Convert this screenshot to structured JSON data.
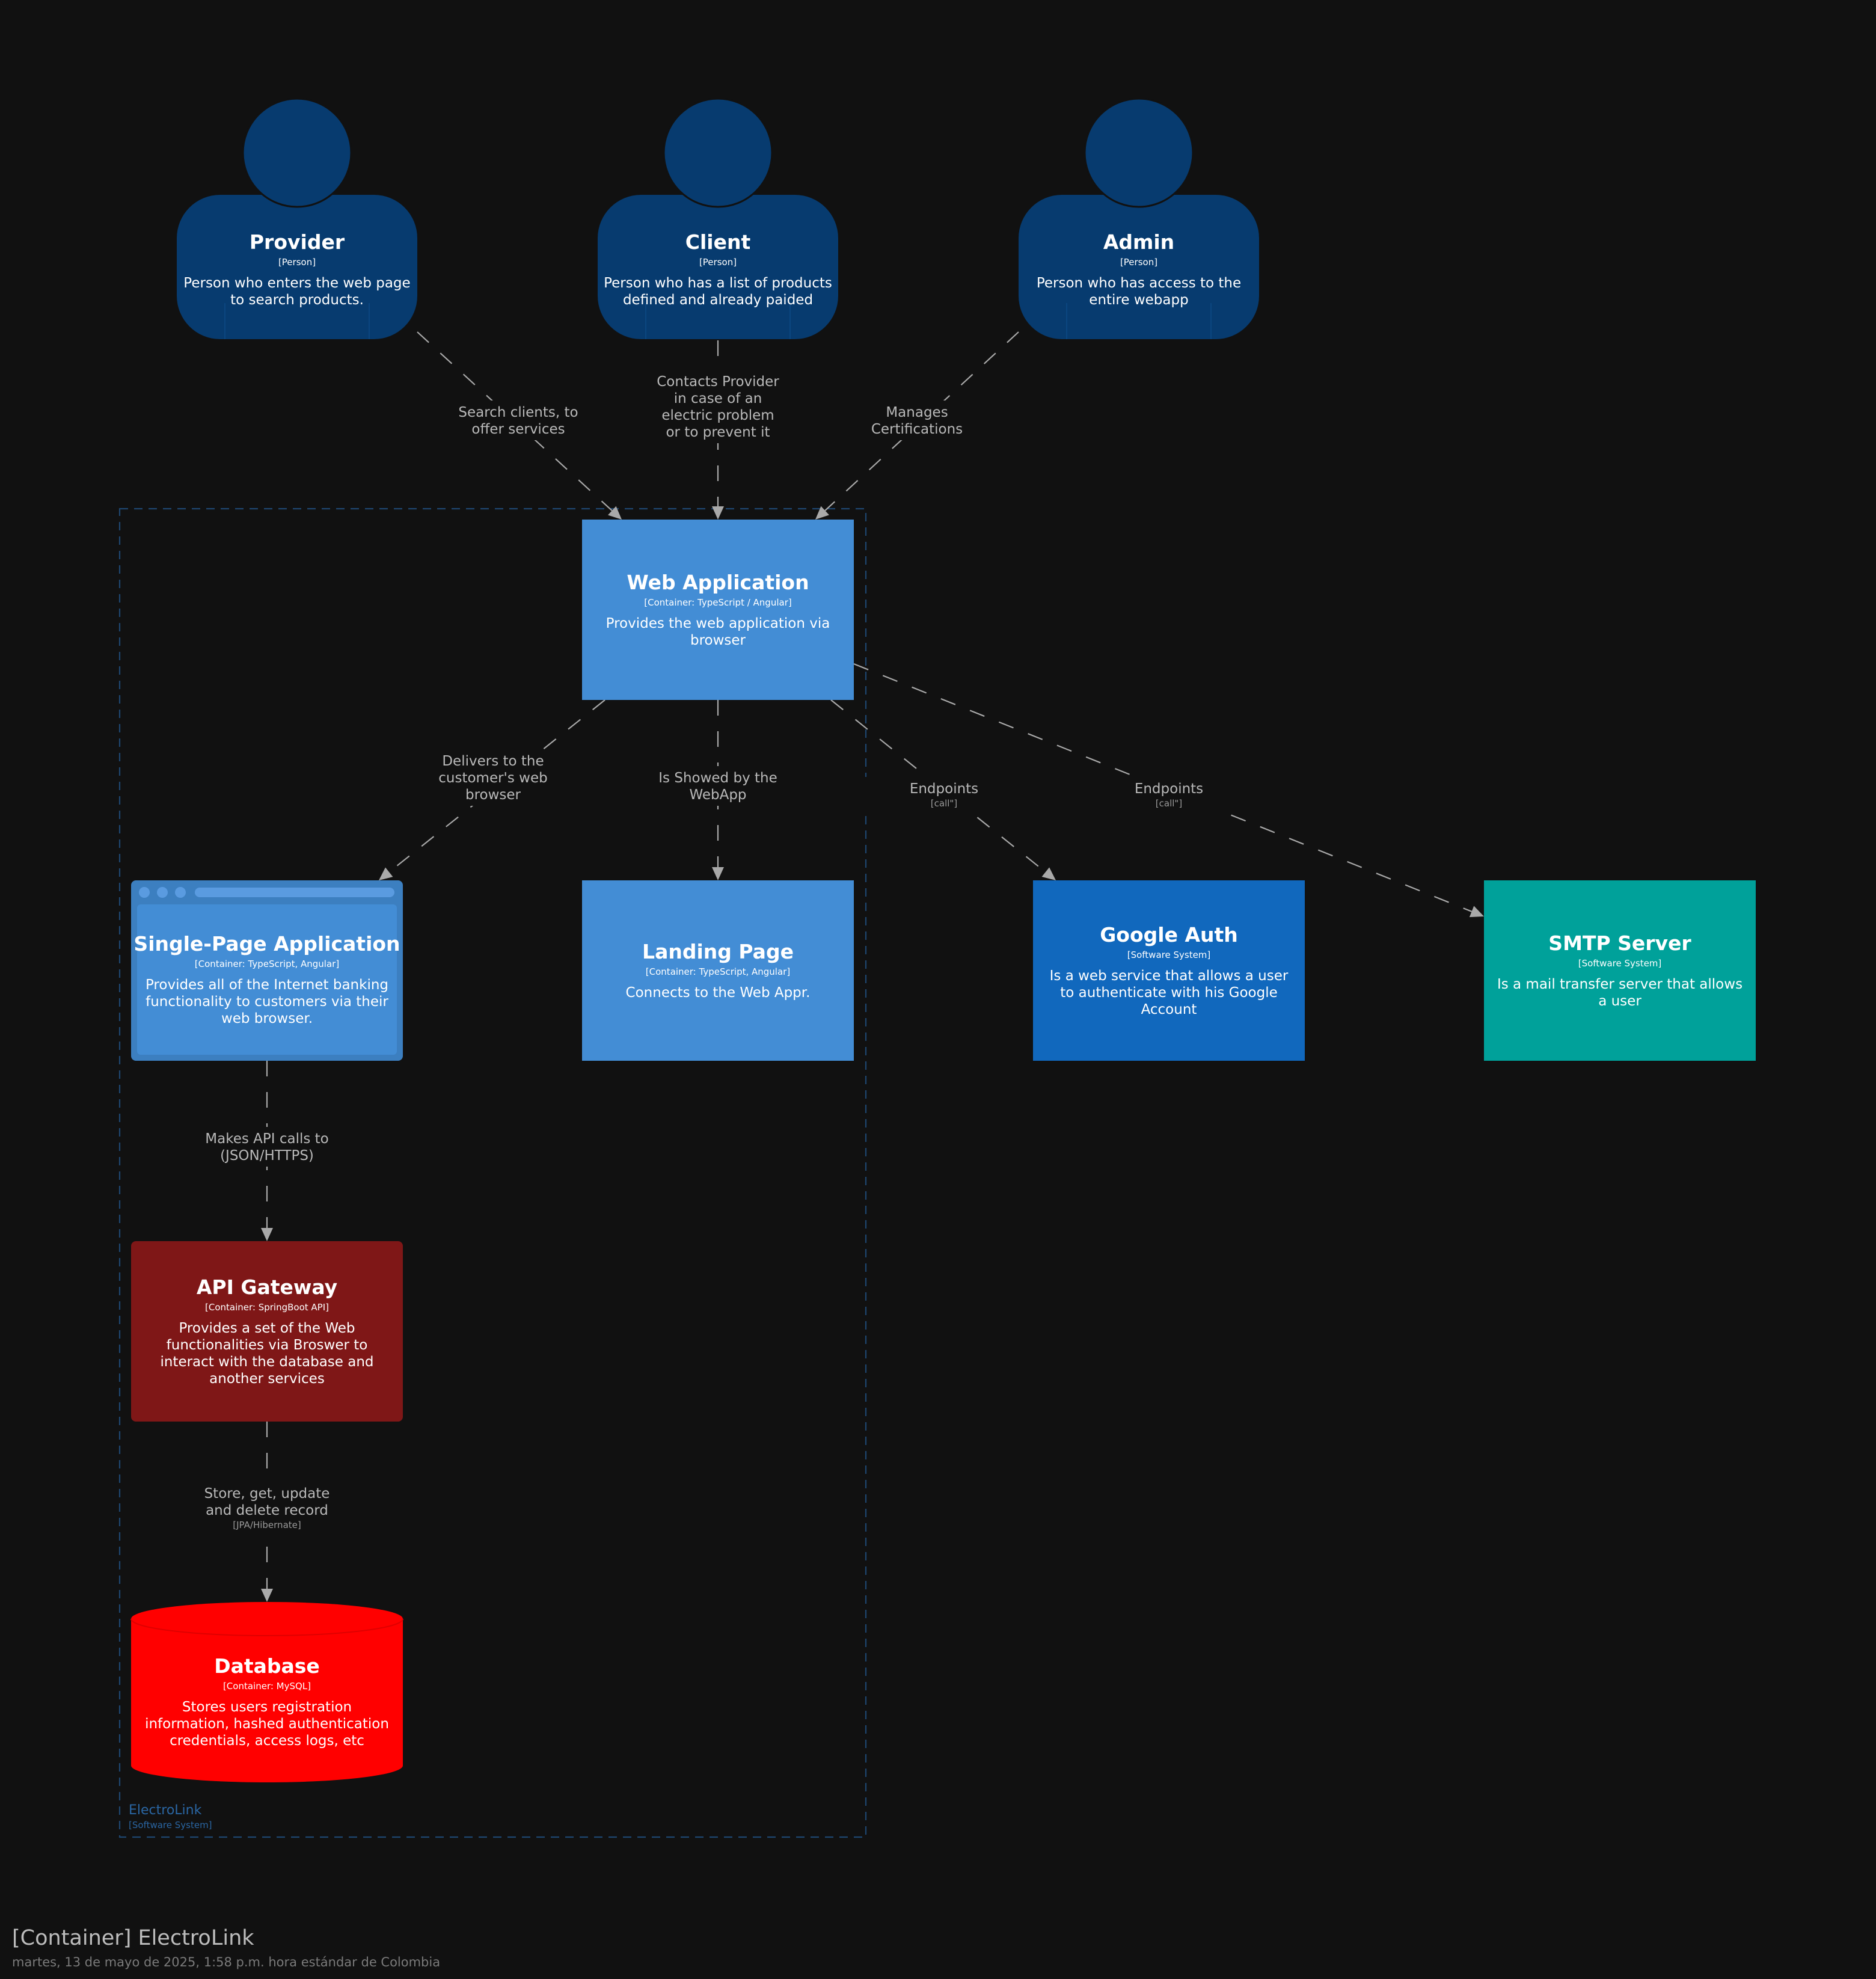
{
  "persons": [
    {
      "id": "provider",
      "title": "Provider",
      "tech": "[Person]",
      "desc": [
        "Person who enters the web page",
        "to search products."
      ],
      "color": "#073b6f"
    },
    {
      "id": "client",
      "title": "Client",
      "tech": "[Person]",
      "desc": [
        "Person who has a list of products",
        "defined and already paided"
      ],
      "color": "#073b6f"
    },
    {
      "id": "admin",
      "title": "Admin",
      "tech": "[Person]",
      "desc": [
        "Person who has access to the",
        "entire webapp"
      ],
      "color": "#073b6f"
    }
  ],
  "containers": [
    {
      "id": "webapp",
      "title": "Web Application",
      "tech": "[Container: TypeScript / Angular]",
      "desc": [
        "Provides the web application via",
        "browser"
      ],
      "color": "#438dd5"
    },
    {
      "id": "spa",
      "title": "Single-Page Application",
      "tech": "[Container: TypeScript, Angular]",
      "desc": [
        "Provides all of the Internet banking",
        "functionality to customers via their",
        "web browser."
      ],
      "color": "#438dd5"
    },
    {
      "id": "landing",
      "title": "Landing Page",
      "tech": "[Container: TypeScript, Angular]",
      "desc": [
        "Connects to the Web Appr."
      ],
      "color": "#438dd5"
    },
    {
      "id": "api",
      "title": "API Gateway",
      "tech": "[Container: SpringBoot API]",
      "desc": [
        "Provides a set of the Web",
        "functionalities via Broswer to",
        "interact with the database and",
        "another services"
      ],
      "color": "#7f1717"
    },
    {
      "id": "db",
      "title": "Database",
      "tech": "[Container: MySQL]",
      "desc": [
        "Stores users registration",
        "information, hashed authentication",
        "credentials, access logs, etc"
      ],
      "color": "#ff0000"
    }
  ],
  "systems": [
    {
      "id": "google",
      "title": "Google Auth",
      "tech": "[Software System]",
      "desc": [
        "Is a web service that allows a user",
        "to authenticate with his Google",
        "Account"
      ],
      "color": "#1168bd"
    },
    {
      "id": "smtp",
      "title": "SMTP Server",
      "tech": "[Software System]",
      "desc": [
        "Is a mail transfer server that allows",
        "a user"
      ],
      "color": "#00a19a"
    }
  ],
  "relations": [
    {
      "id": "provider-webapp",
      "label": [
        "Search clients, to",
        "offer services"
      ],
      "tech": ""
    },
    {
      "id": "client-webapp",
      "label": [
        "Contacts Provider",
        "in case of an",
        "electric problem",
        "or to prevent it"
      ],
      "tech": ""
    },
    {
      "id": "admin-webapp",
      "label": [
        "Manages",
        "Certifications"
      ],
      "tech": ""
    },
    {
      "id": "webapp-spa",
      "label": [
        "Delivers to the",
        "customer's web",
        "browser"
      ],
      "tech": ""
    },
    {
      "id": "webapp-landing",
      "label": [
        "Is Showed by the",
        "WebApp"
      ],
      "tech": ""
    },
    {
      "id": "webapp-google",
      "label": [
        "Endpoints"
      ],
      "tech": "[call\"]"
    },
    {
      "id": "webapp-smtp",
      "label": [
        "Endpoints"
      ],
      "tech": "[call\"]"
    },
    {
      "id": "spa-api",
      "label": [
        "Makes API calls to",
        "(JSON/HTTPS)"
      ],
      "tech": ""
    },
    {
      "id": "api-db",
      "label": [
        "Store, get, update",
        "and delete record"
      ],
      "tech": "[JPA/Hibernate]"
    }
  ],
  "boundary": {
    "name": "ElectroLink",
    "type": "[Software System]"
  },
  "footer": {
    "title": "[Container] ElectroLink",
    "date": "martes, 13 de mayo de 2025, 1:58 p.m. hora estándar de Colombia"
  }
}
